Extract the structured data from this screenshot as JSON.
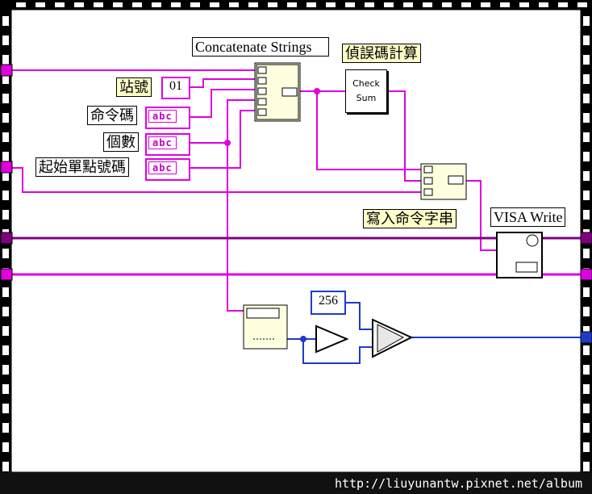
{
  "labels": {
    "concatenate": "Concatenate Strings",
    "checksum_title": "偵誤碼計算",
    "checksum_node": "Check Sum",
    "station": "站號",
    "station_value": "01",
    "command": "命令碼",
    "count": "個數",
    "start_point": "起始單點號碼",
    "write_cmd": "寫入命令字串",
    "visa_write": "VISA Write",
    "const_256": "256",
    "abc": "abc"
  },
  "footer": {
    "url": "http://liuyunantw.pixnet.net/album"
  },
  "colors": {
    "wire_string": "#e000e0",
    "wire_numeric": "#1e3cc8",
    "frame": "#000000",
    "terminal_visa": "#800080"
  }
}
